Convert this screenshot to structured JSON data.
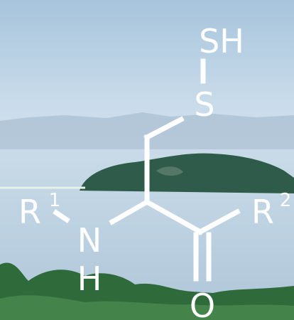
{
  "colors": {
    "sky_top": "#a9c6de",
    "sky_bottom": "#dde9f2",
    "sea": "#b9cfe0",
    "island": "#2f5a4a",
    "foliage": "#2e6a3a",
    "structure": "#ffffff"
  },
  "labels": {
    "thiol": "SH",
    "sulfur": "S",
    "r1_base": "R",
    "r1_sup": "1",
    "r2_base": "R",
    "r2_sup": "2",
    "amine_n": "N",
    "amine_h": "H",
    "carbonyl_o": "O"
  }
}
